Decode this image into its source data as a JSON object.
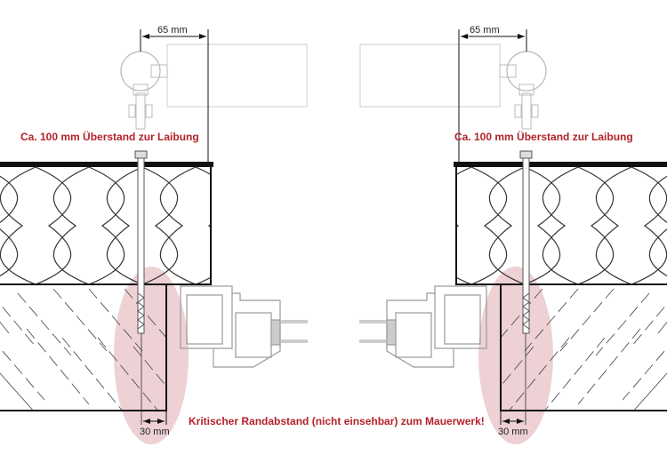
{
  "left": {
    "dim_top": "65 mm",
    "overhang_note": "Ca. 100 mm Überstand zur Laibung",
    "dim_bottom": "30 mm"
  },
  "right": {
    "dim_top": "65 mm",
    "overhang_note": "Ca. 100 mm Überstand zur Laibung",
    "dim_bottom": "30 mm"
  },
  "critical_note": "Kritischer Randabstand (nicht einsehbar) zum Mauerwerk!",
  "colors": {
    "highlight": "#e8c6cb",
    "note": "#b3222a"
  }
}
